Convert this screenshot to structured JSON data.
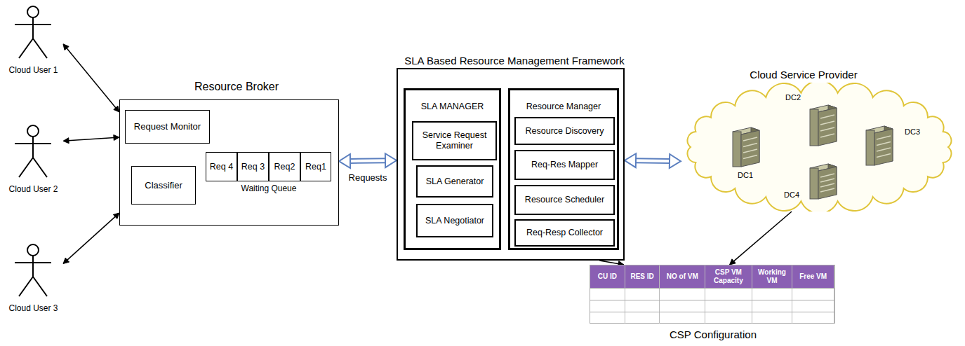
{
  "diagram": {
    "nodes": [
      {
        "text": [
          "Cloud User 1"
        ]
      },
      {
        "text": [
          "Cloud User 2"
        ]
      },
      {
        "text": [
          "Cloud User 3"
        ]
      },
      {
        "text": [
          "Resource Broker"
        ]
      },
      {
        "text": [
          "Request Monitor"
        ],
        "in": 3
      },
      {
        "text": [
          "Classifier"
        ],
        "in": 3
      },
      {
        "text": [
          "Req 4"
        ],
        "in": 3
      },
      {
        "text": [
          "Req 3"
        ],
        "in": 3
      },
      {
        "text": [
          "Req2"
        ],
        "in": 3
      },
      {
        "text": [
          "Req1"
        ],
        "in": 3
      },
      {
        "text": [
          "SLA Based Resource Management Framework"
        ]
      },
      {
        "text": [
          "SLA MANAGER"
        ],
        "in": 10
      },
      {
        "text": [
          "Service Request Examiner"
        ],
        "in": 11
      },
      {
        "text": [
          "SLA Generator"
        ],
        "in": 11
      },
      {
        "text": [
          "SLA Negotiator"
        ],
        "in": 11
      },
      {
        "text": [
          "Resource Manager"
        ],
        "in": 10
      },
      {
        "text": [
          "Resource Discovery"
        ],
        "in": 15
      },
      {
        "text": [
          "Req-Res Mapper"
        ],
        "in": 15
      },
      {
        "text": [
          "Resource Scheduler"
        ],
        "in": 15
      },
      {
        "text": [
          "Req-Resp Collector"
        ],
        "in": 15
      },
      {
        "text": [
          "Cloud Service Provider"
        ]
      },
      {
        "text": [
          "DC1"
        ],
        "in": 20
      },
      {
        "text": [
          "DC2"
        ],
        "in": 20
      },
      {
        "text": [
          "DC3"
        ],
        "in": 20
      },
      {
        "text": [
          "DC4"
        ],
        "in": 20
      },
      {
        "text": [
          "CSP Configuration"
        ]
      }
    ],
    "edges": [
      {
        "from": 0,
        "to": 3,
        "arrow": "both"
      },
      {
        "from": 1,
        "to": 3,
        "arrow": "both"
      },
      {
        "from": 2,
        "to": 3,
        "arrow": "both"
      },
      {
        "from": 3,
        "to": 10,
        "label": "Requests",
        "arrow": "both"
      },
      {
        "from": 10,
        "to": 20,
        "arrow": "both"
      },
      {
        "from": 10,
        "to": 25,
        "arrow": "to"
      },
      {
        "from": 20,
        "to": 25,
        "arrow": "to"
      },
      {
        "from": 21,
        "to": 22,
        "arrow": "both"
      },
      {
        "from": 22,
        "to": 23,
        "arrow": "both"
      },
      {
        "from": 22,
        "to": 24,
        "arrow": "both"
      },
      {
        "from": 21,
        "to": 24,
        "arrow": "both"
      },
      {
        "from": 24,
        "to": 23,
        "arrow": "both"
      }
    ],
    "labels": [
      "Waiting Queue",
      "CU ID",
      "RES ID",
      "NO of VM",
      "CSP VM Capacity",
      "Working VM",
      "Free VM"
    ]
  }
}
